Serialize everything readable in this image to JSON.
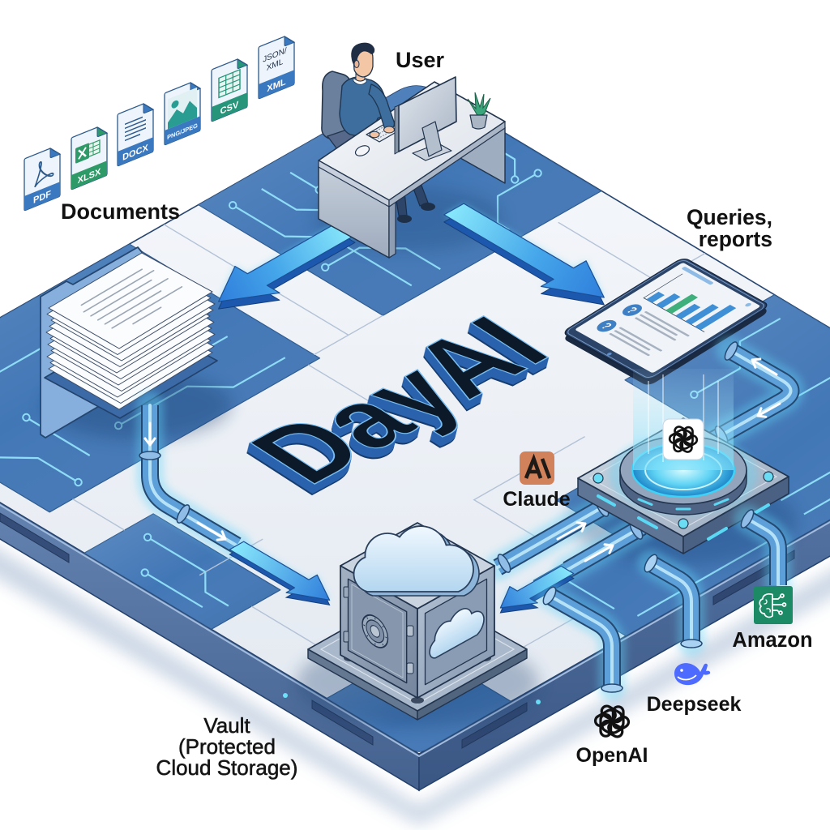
{
  "diagram": {
    "title": "DayAI"
  },
  "user": {
    "label": "User",
    "icon": "user-at-desk-icon"
  },
  "documents": {
    "label": "Documents",
    "stack_icon": "document-stack-icon",
    "file_types": [
      {
        "label": "PDF",
        "icon": "pdf-file-icon",
        "color": "#3a78c0"
      },
      {
        "label": "XLSX",
        "icon": "excel-file-icon",
        "color": "#2e9a68"
      },
      {
        "label": "DOCX",
        "icon": "word-file-icon",
        "color": "#3a78c0"
      },
      {
        "label": "PNG/JPEG",
        "icon": "image-file-icon",
        "color": "#3a78c0"
      },
      {
        "label": "CSV",
        "icon": "csv-file-icon",
        "color": "#26957a"
      },
      {
        "label": "XML",
        "caption_lines": [
          "JSON/",
          "XML"
        ],
        "icon": "json-xml-file-icon",
        "color": "#3a78c0"
      }
    ]
  },
  "outputs": {
    "label_lines": [
      "Queries,",
      "reports"
    ],
    "icon": "tablet-report-icon",
    "question_glyph": "?",
    "question_count": 2,
    "chart": {
      "type": "bar",
      "relative_values": [
        0.35,
        0.52,
        0.74,
        0.54,
        0.78,
        1.0
      ],
      "highlight_index": 2,
      "bar_color": "#3f8fd6",
      "highlight_color": "#3fb07c"
    }
  },
  "vault": {
    "label_lines": [
      "Vault",
      "(Protected",
      "Cloud Storage)"
    ],
    "icon": "cloud-safe-icon"
  },
  "hub": {
    "icon": "openai-logo-icon"
  },
  "providers": [
    {
      "name": "Claude",
      "icon": "claude-logo-icon",
      "color": "#d2825b"
    },
    {
      "name": "Amazon",
      "icon": "amazon-ai-brain-icon",
      "color": "#1d8a66"
    },
    {
      "name": "Deepseek",
      "icon": "deepseek-whale-icon",
      "color": "#4d6bfe"
    },
    {
      "name": "OpenAI",
      "icon": "openai-logo-icon",
      "color": "#111111"
    }
  ],
  "colors": {
    "platform_blue": "#4277b6",
    "circuit": "#8fdcf6",
    "logo_face": "#0c1929",
    "logo_side": "#4189da",
    "label_text": "#111111"
  }
}
